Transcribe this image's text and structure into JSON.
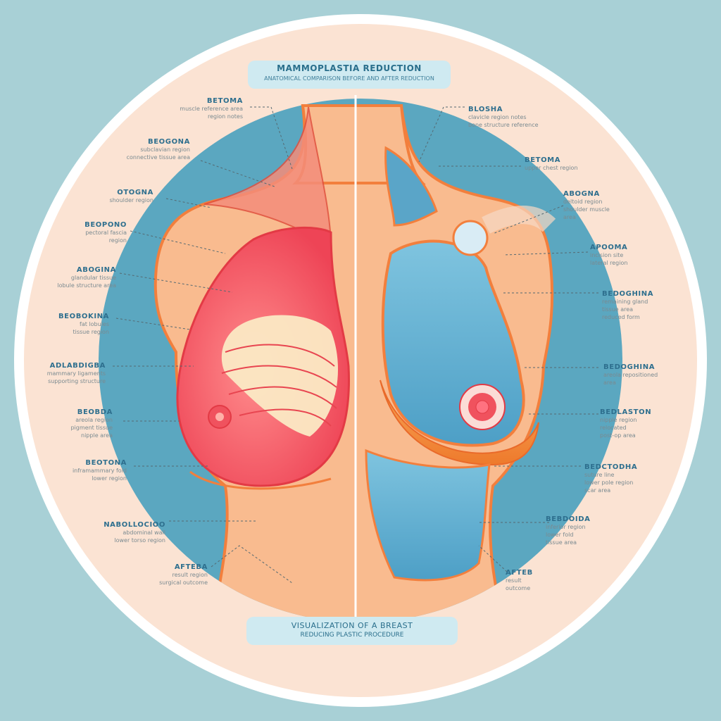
{
  "title": {
    "main": "MAMMOPLASTIA REDUCTION",
    "subtitle": "ANATOMICAL COMPARISON BEFORE AND AFTER REDUCTION"
  },
  "caption": {
    "line1": "VISUALIZATION OF A BREAST",
    "line2": "REDUCING PLASTIC PROCEDURE"
  },
  "labels_left": [
    {
      "name": "BETOMA",
      "desc": [
        "muscle reference area",
        "region notes"
      ]
    },
    {
      "name": "BEOGONA",
      "desc": [
        "subclavian region",
        "connective tissue area"
      ]
    },
    {
      "name": "OTOGNA",
      "desc": [
        "shoulder region"
      ]
    },
    {
      "name": "BEOPONO",
      "desc": [
        "pectoral fascia",
        "region"
      ]
    },
    {
      "name": "ABOGINA",
      "desc": [
        "glandular tissue",
        "lobule structure area"
      ]
    },
    {
      "name": "BEOBOKINA",
      "desc": [
        "fat lobules",
        "tissue region"
      ]
    },
    {
      "name": "ADLABDIGBA",
      "desc": [
        "mammary ligaments",
        "supporting structure"
      ]
    },
    {
      "name": "BEOBDA",
      "desc": [
        "areola region",
        "pigment tissue",
        "nipple area"
      ]
    },
    {
      "name": "BEOTONA",
      "desc": [
        "inframammary fold",
        "lower region"
      ]
    },
    {
      "name": "NABOLLOCIOO",
      "desc": [
        "abdominal wall",
        "lower torso region"
      ]
    },
    {
      "name": "AFTEBA",
      "desc": [
        "result region",
        "surgical outcome"
      ]
    }
  ],
  "labels_right": [
    {
      "name": "BLOSHA",
      "desc": [
        "clavicle region notes",
        "bone structure reference"
      ]
    },
    {
      "name": "BETOMA",
      "desc": [
        "upper chest region"
      ]
    },
    {
      "name": "ABOGNA",
      "desc": [
        "deltoid region",
        "shoulder muscle",
        "area"
      ]
    },
    {
      "name": "APOOMA",
      "desc": [
        "incision site",
        "lateral region"
      ]
    },
    {
      "name": "BEDOGHINA",
      "desc": [
        "remaining gland",
        "tissue area",
        "reduced form"
      ]
    },
    {
      "name": "BEDOGHINA",
      "desc": [
        "areola repositioned",
        "area"
      ]
    },
    {
      "name": "BEDLASTON",
      "desc": [
        "nipple region",
        "relocated",
        "post-op area"
      ]
    },
    {
      "name": "BEDCTODHA",
      "desc": [
        "suture line",
        "lower pole region",
        "scar area"
      ]
    },
    {
      "name": "BEBDOIDA",
      "desc": [
        "inferior region",
        "lower fold",
        "tissue area"
      ]
    },
    {
      "name": "AFTEB",
      "desc": [
        "result",
        "outcome"
      ]
    }
  ],
  "colors": {
    "background": "#a8d0d6",
    "circle_fill": "#fbe3d3",
    "inner_teal": "#5aa5bf",
    "skin": "#f9b98d",
    "outline": "#f27f3d",
    "gland_red": "#f0525e",
    "fat_cream": "#fbe9c4",
    "reduced_blue": "#6fb9d9",
    "accent_text": "#2e6f8e"
  }
}
